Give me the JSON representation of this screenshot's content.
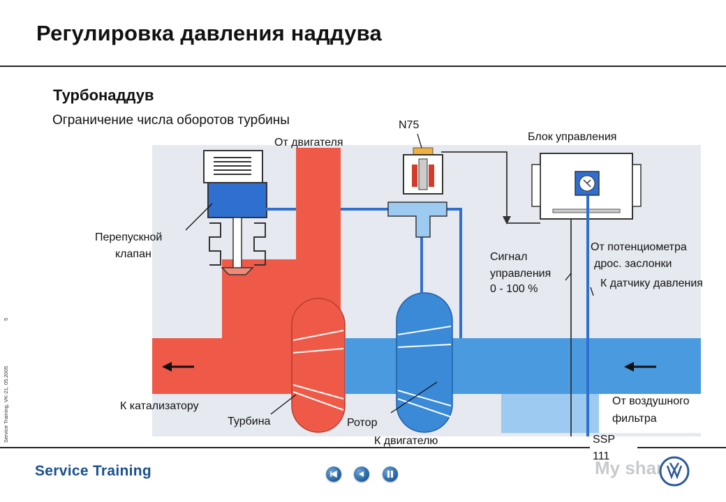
{
  "header": {
    "title": "Регулировка давления наддува",
    "subtitle": "Турбонаддув",
    "subtext": "Ограничение числа оборотов турбины"
  },
  "diagram": {
    "labels": {
      "n75": "N75",
      "from_engine": "От двигателя",
      "control_unit": "Блок управления",
      "bypass_valve_line1": "Перепускной",
      "bypass_valve_line2": "клапан",
      "signal_line1": "Сигнал",
      "signal_line2": "управления",
      "signal_line3": "0 - 100 %",
      "potentiometer_line1": "От потенциометра",
      "potentiometer_line2": "дрос. заслонки",
      "pressure_sensor": "К датчику давления",
      "to_catalyst": "К катализатору",
      "turbine": "Турбина",
      "rotor": "Ротор",
      "to_engine": "К двигателю",
      "air_filter_line1": "От воздушного",
      "air_filter_line2": "фильтра",
      "ssp_line1": "SSP",
      "ssp_line2": "111"
    },
    "colors": {
      "exhaust": "#ef5a48",
      "intake": "#4a9ae0",
      "intake_light": "#9ccaf0",
      "background": "#e6eaf0"
    }
  },
  "side": {
    "page_number": "5",
    "note": "Service Training, VK-21, 05.2005"
  },
  "footer": {
    "brand": "Service Training",
    "nav_first": "first-icon",
    "nav_prev": "previous-icon",
    "nav_pause": "pause-icon",
    "watermark": "My shared"
  }
}
